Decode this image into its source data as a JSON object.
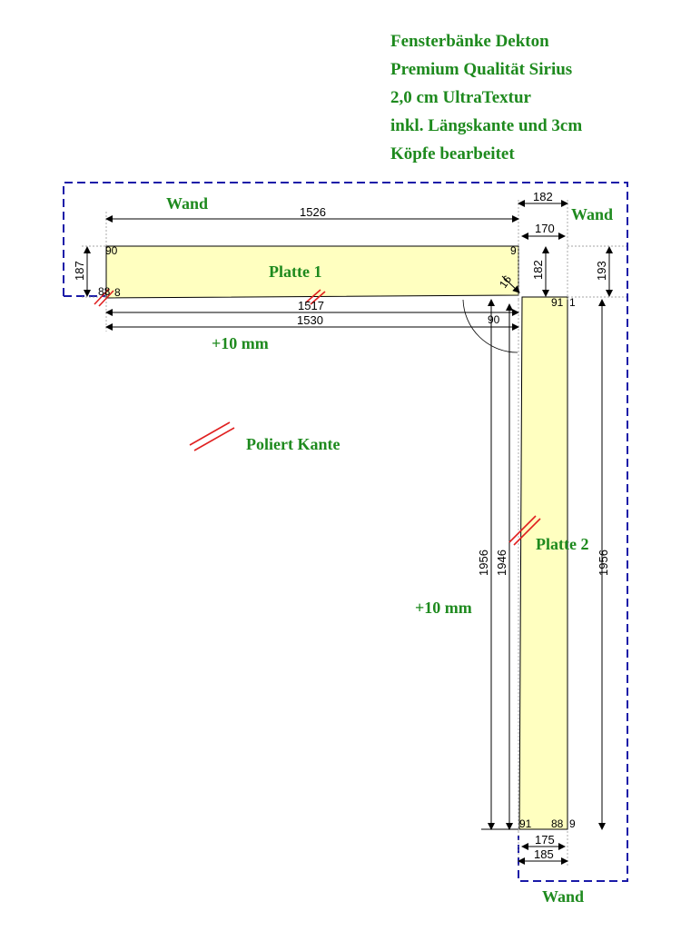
{
  "notes": {
    "lines": [
      "Fensterbänke Dekton",
      "Premium Qualität Sirius",
      "2,0 cm UltraTextur",
      "inkl. Längskante und 3cm",
      "Köpfe bearbeitet"
    ]
  },
  "labels": {
    "wand_top_left": "Wand",
    "wand_top_right": "Wand",
    "wand_bottom": "Wand",
    "platte1": "Platte 1",
    "platte2": "Platte 2",
    "plus10_horizontal": "+10 mm",
    "plus10_vertical": "+10 mm",
    "legend_poliert": "Poliert Kante"
  },
  "dimensions": {
    "d1526": "1526",
    "d1517": "1517",
    "d1530": "1530",
    "d187": "187",
    "d182_top": "182",
    "d170": "170",
    "d182_side": "182",
    "d193": "193",
    "d1956_left": "1956",
    "d1946": "1946",
    "d1956_right": "1956",
    "d175": "175",
    "d185": "185",
    "d16": "16"
  },
  "angles": {
    "a90_p1_tl": "90",
    "a9_p1_tr": "9",
    "a88_p1_bl": "88",
    "a8_p1_bl": "8",
    "a90_corner": "90",
    "a91_p2_tl": "91",
    "a1_p2_tr": "1",
    "a91_p2_bl": "91",
    "a88_p2_br": "88",
    "a9_p2_br": "9"
  },
  "colors": {
    "label_green": "#1e8a1e",
    "plate_fill": "#ffffc0",
    "wall_dash_blue": "#1a1aa8",
    "polish_red": "#e02020"
  }
}
